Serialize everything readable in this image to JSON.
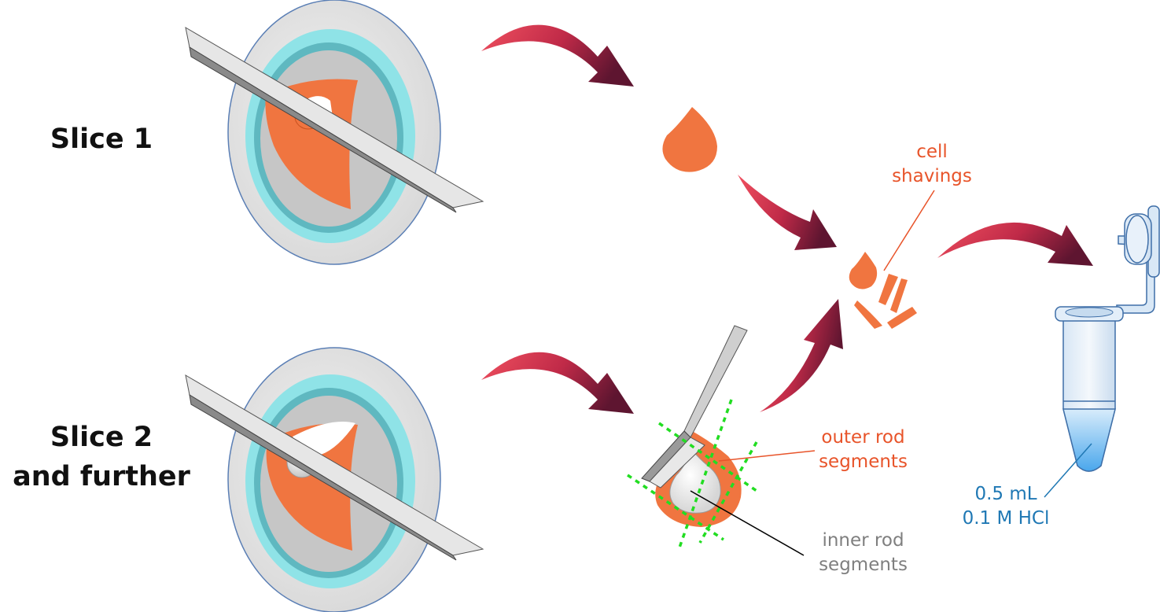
{
  "labels": {
    "slice1": "Slice 1",
    "slice2_line1": "Slice 2",
    "slice2_line2": "and further",
    "cell_shavings_line1": "cell",
    "cell_shavings_line2": "shavings",
    "outer_rod_line1": "outer rod",
    "outer_rod_line2": "segments",
    "inner_rod_line1": "inner rod",
    "inner_rod_line2": "segments",
    "volume": "0.5 mL",
    "solution": "0.1 M HCl"
  },
  "colors": {
    "retina_orange": "#F07540",
    "arrow_red": "#E8364E",
    "arrow_dark": "#6E1A35",
    "cyan_ring": "#8FE3E7",
    "gray_disc": "#E2E2E2",
    "inner_gray": "#C8C8C8",
    "blade": "#C9C9C9",
    "orange_text": "#E8542A",
    "gray_text": "#7F7F7F",
    "blue_text": "#1F78B4",
    "green_dash": "#22DD22"
  }
}
